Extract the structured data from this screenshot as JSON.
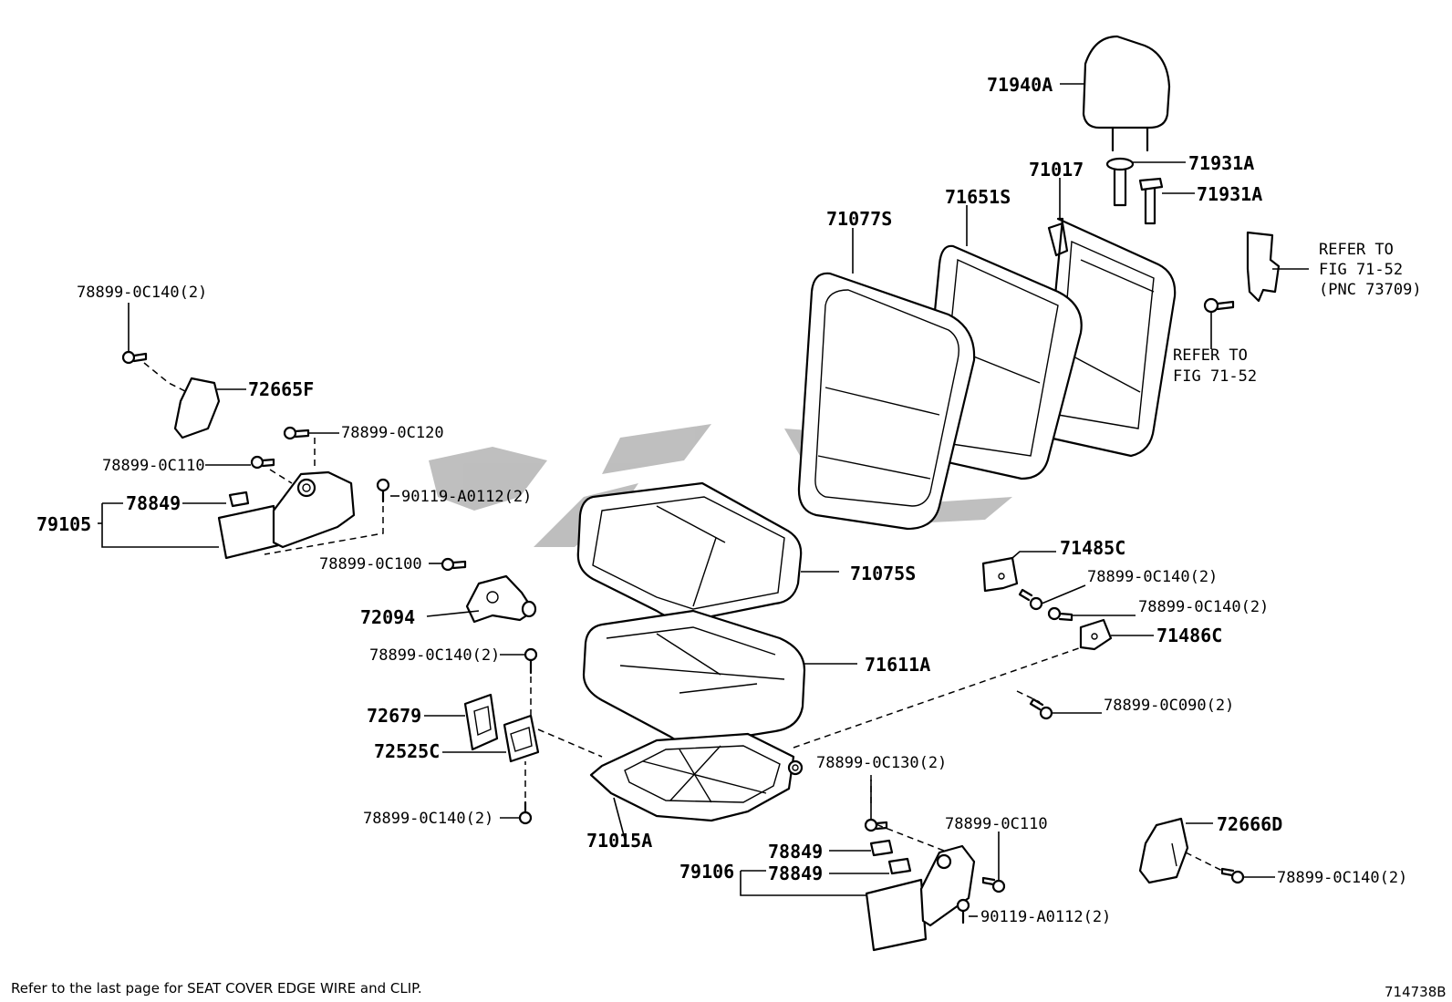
{
  "labels": {
    "p71940A": "71940A",
    "p71931A_1": "71931A",
    "p71931A_2": "71931A",
    "p71017": "71017",
    "p71651S": "71651S",
    "p71077S": "71077S",
    "ref1_line1": "REFER TO",
    "ref1_line2": "FIG 71-52",
    "ref1_line3": "(PNC 73709)",
    "ref2_line1": "REFER TO",
    "ref2_line2": "FIG 71-52",
    "p78899_0C140_a": "78899-0C140(2)",
    "p72665F": "72665F",
    "p78899_0C120": "78899-0C120",
    "p78899_0C110_a": "78899-0C110",
    "p90119_A0112_a": "90119-A0112(2)",
    "p78849_a": "78849",
    "p79105": "79105",
    "p78899_0C100": "78899-0C100",
    "p72094": "72094",
    "p71075S": "71075S",
    "p71485C": "71485C",
    "p78899_0C140_b": "78899-0C140(2)",
    "p78899_0C140_c": "78899-0C140(2)",
    "p71486C": "71486C",
    "p71611A": "71611A",
    "p78899_0C140_d": "78899-0C140(2)",
    "p72679": "72679",
    "p72525C": "72525C",
    "p78899_0C090": "78899-0C090(2)",
    "p78899_0C130": "78899-0C130(2)",
    "p78899_0C140_e": "78899-0C140(2)",
    "p71015A": "71015A",
    "p78899_0C110_b": "78899-0C110",
    "p72666D": "72666D",
    "p78849_b": "78849",
    "p78849_c": "78849",
    "p79106": "79106",
    "p78899_0C140_f": "78899-0C140(2)",
    "p90119_A0112_b": "90119-A0112(2)"
  },
  "footer": {
    "note": "Refer to the last page for SEAT COVER EDGE WIRE and CLIP.",
    "figure_code": "714738B"
  }
}
